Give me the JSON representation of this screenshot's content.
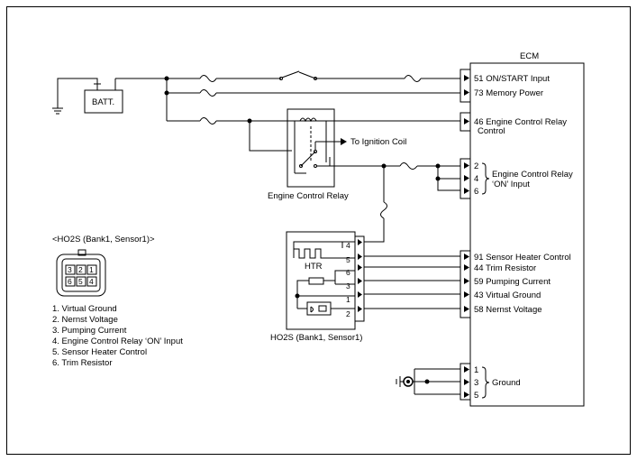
{
  "battery": {
    "label": "BATT."
  },
  "ecm": {
    "title": "ECM",
    "pins": [
      {
        "label": "51 ON/START Input"
      },
      {
        "label": "73 Memory Power"
      },
      {
        "label": "46 Engine Control Relay"
      },
      {
        "label": "91 Sensor Heater Control"
      },
      {
        "label": "44 Trim Resistor"
      },
      {
        "label": "59 Pumping Current"
      },
      {
        "label": "43 Virtual Ground"
      },
      {
        "label": "58 Nernst Voltage"
      }
    ],
    "relay_label_line2": "Control",
    "relay_on_pins": [
      "2",
      "4",
      "6"
    ],
    "relay_on_label": [
      "Engine Control Relay",
      "‘ON’ Input"
    ],
    "ground_pins": [
      "1",
      "3",
      "5"
    ],
    "ground_label": "Ground"
  },
  "relay": {
    "label": "Engine Control Relay",
    "ignition_coil": "To Ignition Coil"
  },
  "sensor": {
    "label": "HO2S (Bank1, Sensor1)",
    "htr": "HTR",
    "pins": [
      "4",
      "5",
      "6",
      "3",
      "1",
      "2"
    ]
  },
  "connector": {
    "title": "<HO2S (Bank1, Sensor1)>",
    "cavities_top": [
      "3",
      "2",
      "1"
    ],
    "cavities_bottom": [
      "6",
      "5",
      "4"
    ],
    "legend": [
      "1. Virtual Ground",
      "2. Nernst Voltage",
      "3. Pumping Current",
      "4. Engine Control Relay ‘ON’ Input",
      "5. Sensor Heater Control",
      "6. Trim Resistor"
    ]
  }
}
